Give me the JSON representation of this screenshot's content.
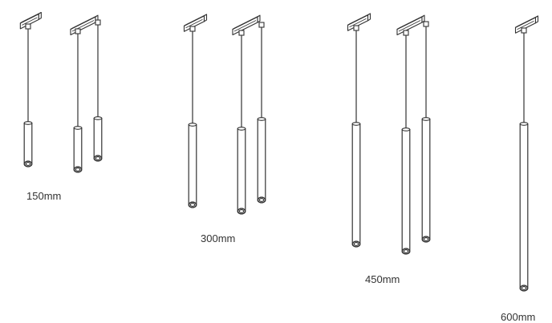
{
  "groups": [
    {
      "label": "150mm"
    },
    {
      "label": "300mm"
    },
    {
      "label": "450mm"
    },
    {
      "label": "600mm"
    }
  ],
  "colors": {
    "line": "#333333",
    "fill": "#ffffff",
    "background": "#ffffff"
  }
}
